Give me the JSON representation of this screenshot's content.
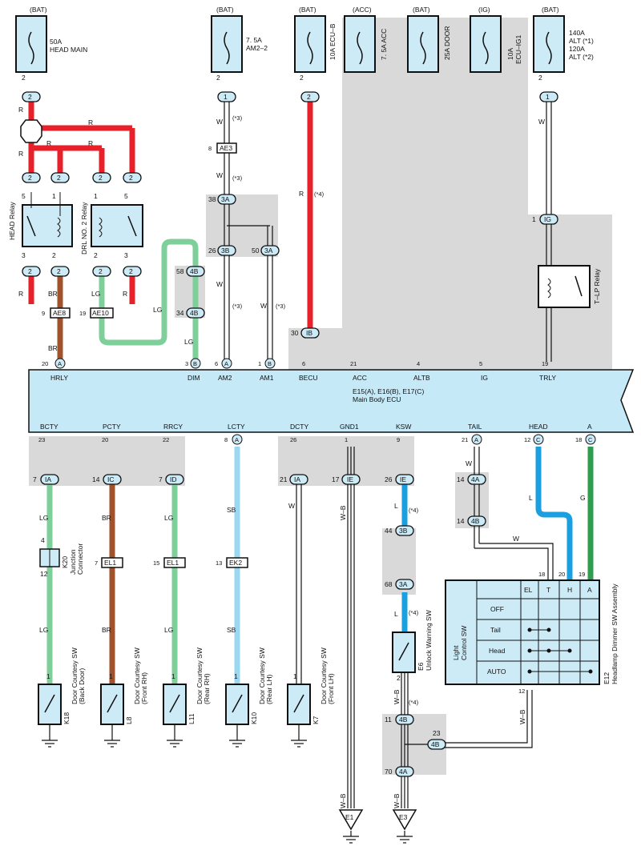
{
  "fuses": [
    {
      "source": "(BAT)",
      "label1": "50A",
      "label2": "HEAD MAIN",
      "pin": "2",
      "conn": "2"
    },
    {
      "source": "(BAT)",
      "label1": "7. 5A",
      "label2": "AM2–2",
      "pin": "2",
      "conn": "1"
    },
    {
      "source": "(BAT)",
      "label1": "10A ECU–B",
      "label2": "",
      "pin": "2",
      "conn": "2"
    },
    {
      "source": "(ACC)",
      "label1": "7. 5A ACC",
      "label2": "",
      "pin": "",
      "conn": ""
    },
    {
      "source": "(BAT)",
      "label1": "25A DOOR",
      "label2": "",
      "pin": "",
      "conn": ""
    },
    {
      "source": "(IG)",
      "label1": "10A",
      "label2": "ECU–IG1",
      "pin": "",
      "conn": ""
    },
    {
      "source": "(BAT)",
      "label1": "140A",
      "label2": "ALT (*1)",
      "label3": "120A",
      "label4": "ALT (*2)",
      "pin": "2",
      "conn": "1"
    }
  ],
  "relays": {
    "head": "HEAD Relay",
    "drl": "DRL NO. 2 Relay",
    "tlp": "T–LP Relay"
  },
  "ecu": {
    "title": "E15(A), E16(B), E17(C)",
    "subtitle": "Main Body ECU",
    "top_terms": [
      {
        "pin": "20",
        "conn": "A",
        "name": "HRLY"
      },
      {
        "pin": "3",
        "conn": "B",
        "name": "DIM"
      },
      {
        "pin": "6",
        "conn": "A",
        "name": "AM2"
      },
      {
        "pin": "1",
        "conn": "B",
        "name": "AM1"
      },
      {
        "pin": "6",
        "conn": "",
        "name": "BECU"
      },
      {
        "pin": "21",
        "conn": "",
        "name": "ACC"
      },
      {
        "pin": "4",
        "conn": "",
        "name": "ALTB"
      },
      {
        "pin": "5",
        "conn": "",
        "name": "IG"
      },
      {
        "pin": "19",
        "conn": "",
        "name": "TRLY"
      }
    ],
    "bottom_terms": [
      {
        "pin": "23",
        "conn": "",
        "name": "BCTY"
      },
      {
        "pin": "20",
        "conn": "",
        "name": "PCTY"
      },
      {
        "pin": "22",
        "conn": "",
        "name": "RRCY"
      },
      {
        "pin": "8",
        "conn": "A",
        "name": "LCTY"
      },
      {
        "pin": "26",
        "conn": "",
        "name": "DCTY"
      },
      {
        "pin": "1",
        "conn": "",
        "name": "GND1"
      },
      {
        "pin": "9",
        "conn": "",
        "name": "KSW"
      },
      {
        "pin": "21",
        "conn": "A",
        "name": "TAIL"
      },
      {
        "pin": "12",
        "conn": "C",
        "name": "HEAD"
      },
      {
        "pin": "18",
        "conn": "C",
        "name": "A"
      }
    ]
  },
  "junctions": {
    "ae8": "AE8",
    "ae10": "AE10",
    "ae3": "AE3",
    "k20": "K20",
    "k20_name1": "Junction",
    "k20_name2": "Connector",
    "el1a": "EL1",
    "el1b": "EL1",
    "ek2": "EK2"
  },
  "conns": {
    "c_3a": "3A",
    "c_3b": "3B",
    "c_4b": "4B",
    "c_ib": "IB",
    "c_ig": "IG",
    "c_ia": "IA",
    "c_ic": "IC",
    "c_id": "ID",
    "c_ie": "IE",
    "c_4a": "4A"
  },
  "wire_labels": {
    "R": "R",
    "W": "W",
    "BR": "BR",
    "LG": "LG",
    "G": "G",
    "L": "L",
    "SB": "SB",
    "WB": "W–B",
    "note3": "(*3)",
    "note4": "(*4)"
  },
  "switches": [
    {
      "code": "K18",
      "name1": "Door Courtesy SW",
      "name2": "(Back Door)"
    },
    {
      "code": "L8",
      "name1": "Door Courtesy SW",
      "name2": "(Front RH)"
    },
    {
      "code": "L11",
      "name1": "Door Courtesy SW",
      "name2": "(Rear RH)"
    },
    {
      "code": "K10",
      "name1": "Door Courtesy SW",
      "name2": "(Rear LH)"
    },
    {
      "code": "K7",
      "name1": "Door Courtesy SW",
      "name2": "(Front LH)"
    }
  ],
  "unlock_sw": {
    "code": "E6",
    "name": "Unlock Warning SW"
  },
  "dimmer": {
    "code": "E12",
    "name": "Headlamp Dimmer SW Assembly",
    "sub1": "Light",
    "sub2": "Control SW",
    "cols": [
      "EL",
      "T",
      "H",
      "A"
    ],
    "rows": [
      "OFF",
      "Tail",
      "Head",
      "AUTO"
    ],
    "pins": {
      "p18": "18",
      "p20": "20",
      "p19": "19",
      "p12": "12"
    }
  },
  "grounds": {
    "e1": "E1",
    "e3": "E3"
  },
  "colors": {
    "red": "#e8202a",
    "brown": "#a0522d",
    "green": "#7fcf9b",
    "blue": "#1aa0e0",
    "lightblue": "#9ad8f2",
    "dgreen": "#2e9e4e",
    "ecu": "#c5e9f7",
    "shade": "#d9d9d9",
    "box": "#cdeaf7"
  }
}
